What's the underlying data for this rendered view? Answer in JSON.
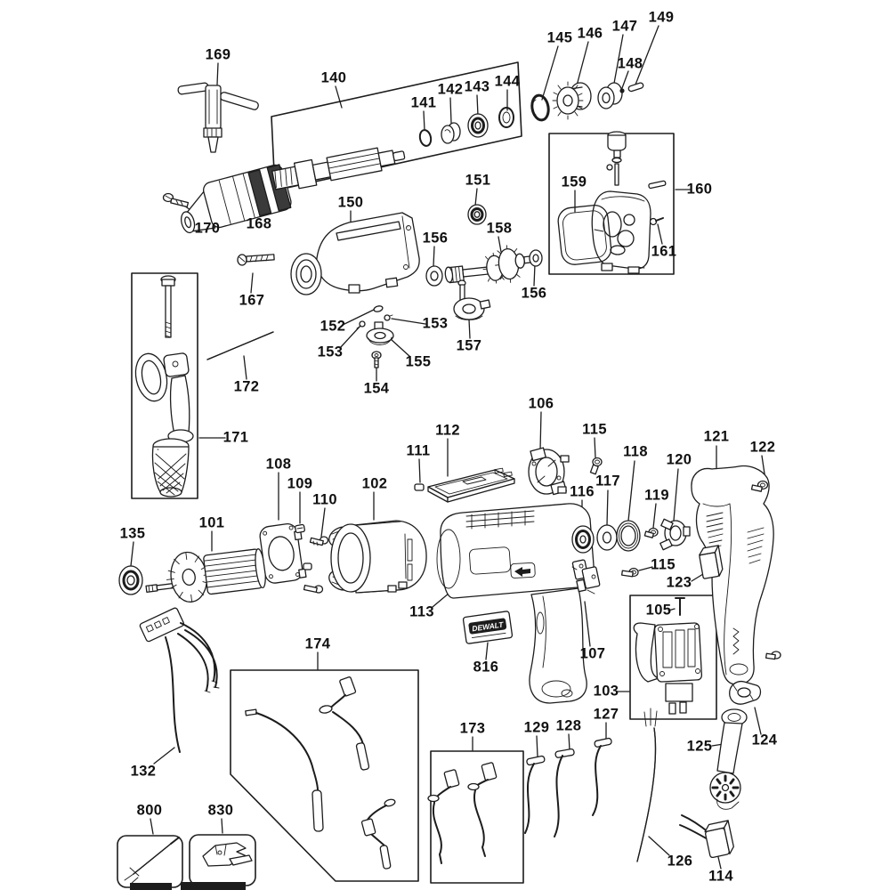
{
  "diagram": {
    "background": "#ffffff",
    "line_color": "#1c1c1c",
    "brand_label": "DEWALT",
    "labels": [
      {
        "text": "169"
      },
      {
        "text": "140"
      },
      {
        "text": "141"
      },
      {
        "text": "142"
      },
      {
        "text": "143"
      },
      {
        "text": "144"
      },
      {
        "text": "145"
      },
      {
        "text": "146"
      },
      {
        "text": "147"
      },
      {
        "text": "148"
      },
      {
        "text": "149"
      },
      {
        "text": "170"
      },
      {
        "text": "168"
      },
      {
        "text": "150"
      },
      {
        "text": "151"
      },
      {
        "text": "159"
      },
      {
        "text": "160"
      },
      {
        "text": "161"
      },
      {
        "text": "167"
      },
      {
        "text": "156"
      },
      {
        "text": "158"
      },
      {
        "text": "156"
      },
      {
        "text": "157"
      },
      {
        "text": "152"
      },
      {
        "text": "153"
      },
      {
        "text": "153"
      },
      {
        "text": "155"
      },
      {
        "text": "154"
      },
      {
        "text": "172"
      },
      {
        "text": "171"
      },
      {
        "text": "106"
      },
      {
        "text": "115"
      },
      {
        "text": "112"
      },
      {
        "text": "111"
      },
      {
        "text": "108"
      },
      {
        "text": "109"
      },
      {
        "text": "110"
      },
      {
        "text": "102"
      },
      {
        "text": "101"
      },
      {
        "text": "135"
      },
      {
        "text": "116"
      },
      {
        "text": "117"
      },
      {
        "text": "118"
      },
      {
        "text": "119"
      },
      {
        "text": "120"
      },
      {
        "text": "121"
      },
      {
        "text": "122"
      },
      {
        "text": "115"
      },
      {
        "text": "123"
      },
      {
        "text": "113"
      },
      {
        "text": "105"
      },
      {
        "text": "816"
      },
      {
        "text": "107"
      },
      {
        "text": "103"
      },
      {
        "text": "174"
      },
      {
        "text": "132"
      },
      {
        "text": "800"
      },
      {
        "text": "830"
      },
      {
        "text": "173"
      },
      {
        "text": "129"
      },
      {
        "text": "128"
      },
      {
        "text": "127"
      },
      {
        "text": "126"
      },
      {
        "text": "125"
      },
      {
        "text": "124"
      },
      {
        "text": "114"
      }
    ]
  }
}
